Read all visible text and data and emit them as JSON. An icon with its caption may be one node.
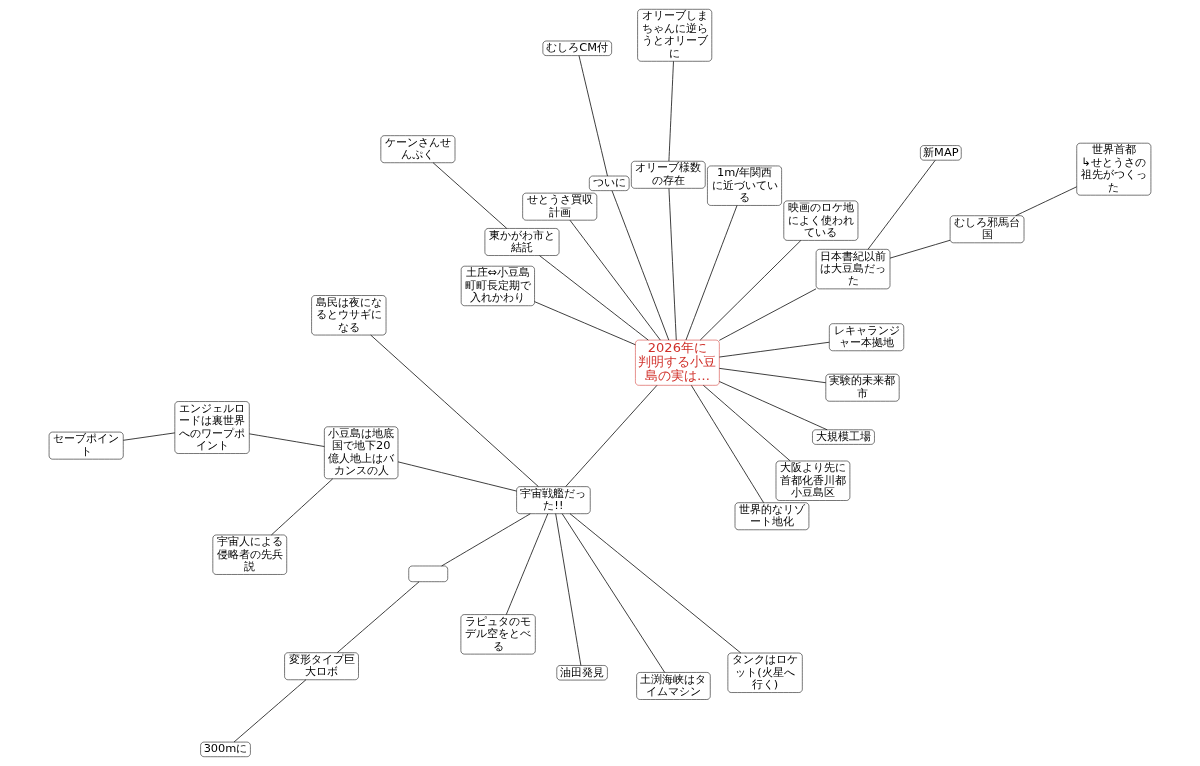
{
  "diagram": {
    "nodes": [
      {
        "text": [
          "世界首都",
          "↳せとうさの祖先がつくった"
        ]
      },
      {
        "text": [
          "むしろ邪馬台国"
        ]
      },
      {
        "text": [
          "レキャランジャー本拠地"
        ]
      },
      {
        "text": [
          "日本書紀以前は大豆島だった"
        ]
      },
      {
        "text": [
          "新MAP"
        ]
      },
      {
        "text": [
          "映画のロケ地によく使われている"
        ]
      },
      {
        "text": [
          "オリーブしまちゃんに逆らうとオリーブに"
        ]
      },
      {
        "text": [
          "島民は夜になるとウサギになる"
        ]
      },
      {
        "text": [
          "エンジェルロードは裏世界へのワープポイント"
        ]
      },
      {
        "text": [
          "1m/年関西に近づいている"
        ]
      },
      {
        "text": [
          "オリーブ様数の存在"
        ]
      },
      {
        "text": [
          "セーブポイント"
        ]
      },
      {
        "text": [
          "小豆島は地底国で地下20億人地上はバカンスの人"
        ]
      },
      {
        "text": [
          "ついに"
        ]
      },
      {
        "text": [
          "宇宙人による侵略者の先兵説"
        ]
      },
      {
        "text": [
          "2026年に判明する小豆島の実は…"
        ]
      },
      {
        "text": [
          "せとうさ買収計画"
        ]
      },
      {
        "text": [],
        "shape": "box"
      },
      {
        "text": [
          "変形タイプ巨大ロボ"
        ]
      },
      {
        "text": [
          "むしろCM付"
        ]
      },
      {
        "text": [
          "ラピュタのモデル空をとべる"
        ]
      },
      {
        "text": [
          "東かがわ市と結託"
        ]
      },
      {
        "text": [
          "300mに"
        ]
      },
      {
        "text": [
          "土庄⇔小豆島町町長定期で入れかわり"
        ]
      },
      {
        "text": [
          "宇宙戦艦だった!!"
        ]
      },
      {
        "text": [
          "世界的なリゾート地化"
        ]
      },
      {
        "text": [
          "油田発見"
        ]
      },
      {
        "text": [
          "ケーンさんせんぷく"
        ]
      },
      {
        "text": [
          "土渕海峡はタイムマシン"
        ]
      },
      {
        "text": [
          "タンクはロケット(火星へ行く)"
        ]
      },
      {
        "text": [
          "大阪より先に首都化香川都小豆島区"
        ]
      },
      {
        "text": [
          "大規模工場"
        ]
      },
      {
        "text": [
          "実験的未来都市"
        ]
      }
    ],
    "edges": [
      {
        "from": 15,
        "to": 3,
        "arrow": "none"
      },
      {
        "from": 3,
        "to": 1,
        "arrow": "none"
      },
      {
        "from": 1,
        "to": 0,
        "arrow": "none"
      },
      {
        "from": 15,
        "to": 2,
        "arrow": "none"
      },
      {
        "from": 3,
        "to": 4,
        "arrow": "none"
      },
      {
        "from": 15,
        "to": 9,
        "arrow": "none"
      },
      {
        "from": 15,
        "to": 10,
        "arrow": "none"
      },
      {
        "from": 10,
        "to": 6,
        "arrow": "none"
      },
      {
        "from": 15,
        "to": 5,
        "arrow": "none"
      },
      {
        "from": 15,
        "to": 13,
        "arrow": "none"
      },
      {
        "from": 13,
        "to": 19,
        "arrow": "none"
      },
      {
        "from": 15,
        "to": 30,
        "arrow": "none"
      },
      {
        "from": 15,
        "to": 25,
        "arrow": "none"
      },
      {
        "from": 15,
        "to": 16,
        "arrow": "none"
      },
      {
        "from": 15,
        "to": 23,
        "arrow": "none"
      },
      {
        "from": 15,
        "to": 21,
        "arrow": "none"
      },
      {
        "from": 21,
        "to": 27,
        "arrow": "none"
      },
      {
        "from": 15,
        "to": 31,
        "arrow": "none"
      },
      {
        "from": 15,
        "to": 32,
        "arrow": "none"
      },
      {
        "from": 15,
        "to": 24,
        "arrow": "none"
      },
      {
        "from": 24,
        "to": 26,
        "arrow": "none"
      },
      {
        "from": 24,
        "to": 28,
        "arrow": "none"
      },
      {
        "from": 24,
        "to": 29,
        "arrow": "none"
      },
      {
        "from": 24,
        "to": 20,
        "arrow": "none"
      },
      {
        "from": 24,
        "to": 17,
        "arrow": "none"
      },
      {
        "from": 24,
        "to": 12,
        "arrow": "none"
      },
      {
        "from": 24,
        "to": 7,
        "arrow": "none"
      },
      {
        "from": 17,
        "to": 18,
        "arrow": "none"
      },
      {
        "from": 18,
        "to": 22,
        "arrow": "none"
      },
      {
        "from": 12,
        "to": 14,
        "arrow": "none"
      },
      {
        "from": 12,
        "to": 8,
        "arrow": "none"
      },
      {
        "from": 8,
        "to": 11,
        "arrow": "none"
      }
    ]
  }
}
